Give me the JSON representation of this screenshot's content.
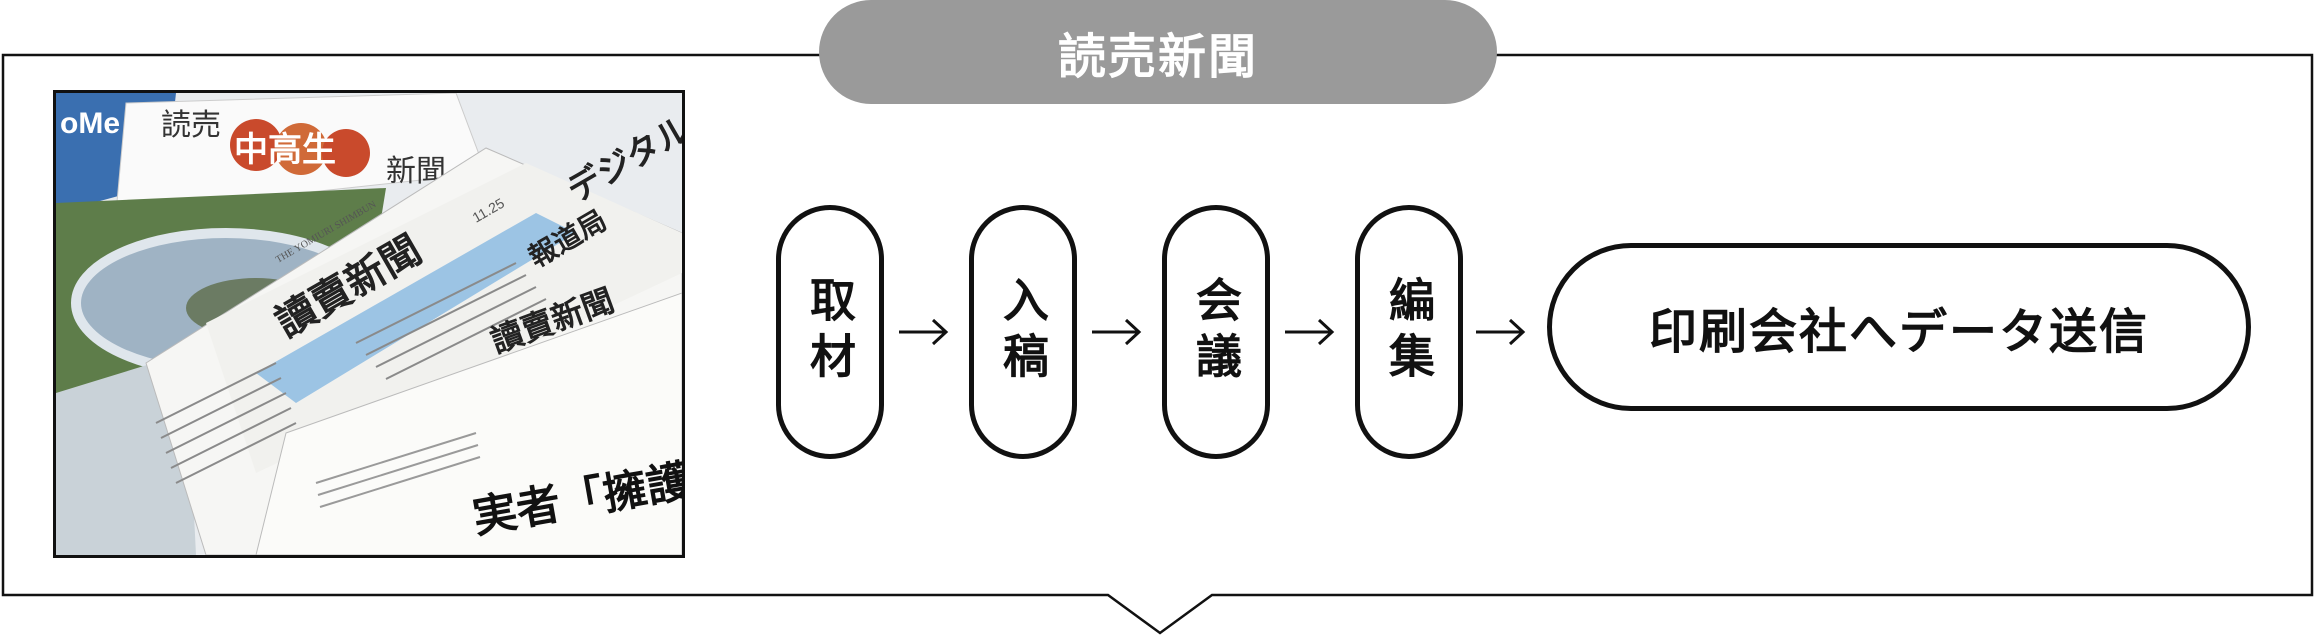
{
  "header": {
    "title": "読売新聞"
  },
  "photo": {
    "masthead_text": "読売",
    "badge_text": "中高生",
    "paper_text": "新聞",
    "main_masthead": "讀賣新聞",
    "romaji_masthead": "THE YOMIURI SHIMBUN",
    "date_text": "11.25",
    "headline_side": "デジタル",
    "headline_side2": "報道局",
    "lower_masthead": "讀賣新聞",
    "lower_headline": "実者「擁護"
  },
  "flow": {
    "steps": [
      "取材",
      "入稿",
      "会議",
      "編集"
    ],
    "final_label": "印刷会社へデータ送信"
  },
  "colors": {
    "title_bg": "#9a9a9a",
    "border": "#111111",
    "badge": "#c94a2c"
  }
}
